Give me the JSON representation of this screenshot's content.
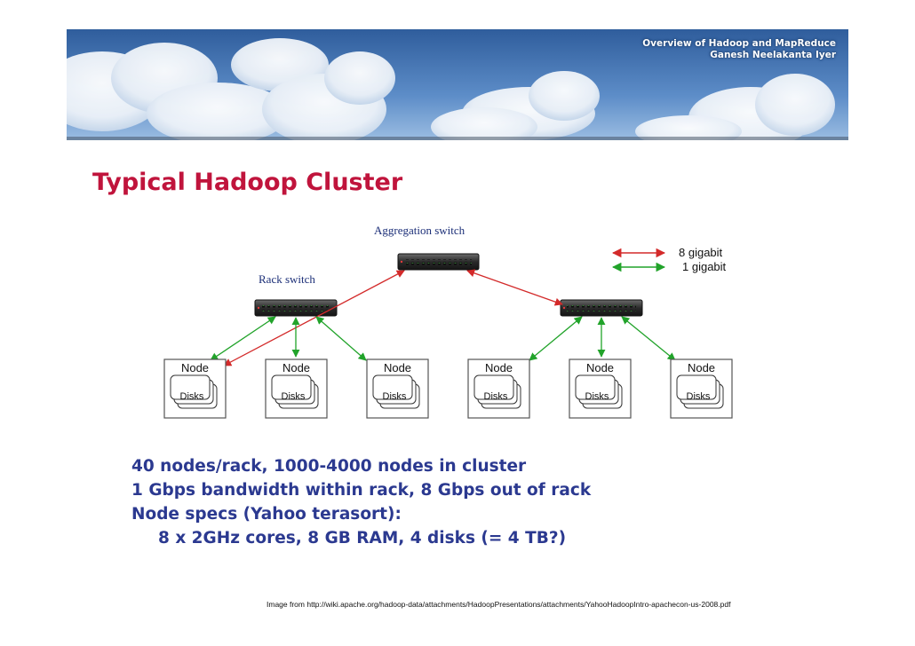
{
  "header": {
    "deck_title": "Overview of Hadoop and MapReduce",
    "author": "Ganesh Neelakanta Iyer"
  },
  "slide": {
    "title": "Typical Hadoop Cluster"
  },
  "diagram": {
    "aggregation_label": "Aggregation switch",
    "rack_label": "Rack switch",
    "legend": [
      {
        "label": "8 gigabit",
        "color": "#d32a2a"
      },
      {
        "label": "1 gigabit",
        "color": "#21a32a"
      }
    ],
    "nodes": [
      {
        "node_label": "Node",
        "disks_label": "Disks"
      },
      {
        "node_label": "Node",
        "disks_label": "Disks"
      },
      {
        "node_label": "Node",
        "disks_label": "Disks"
      },
      {
        "node_label": "Node",
        "disks_label": "Disks"
      },
      {
        "node_label": "Node",
        "disks_label": "Disks"
      },
      {
        "node_label": "Node",
        "disks_label": "Disks"
      }
    ]
  },
  "bullets": [
    "40 nodes/rack, 1000-4000 nodes in cluster",
    "1 Gbps bandwidth within rack, 8 Gbps out of rack",
    "Node specs (Yahoo terasort):",
    "8 x 2GHz cores, 8 GB RAM, 4 disks (= 4 TB?)"
  ],
  "credit": "Image from http://wiki.apache.org/hadoop-data/attachments/HadoopPresentations/attachments/YahooHadoopIntro-apachecon-us-2008.pdf"
}
